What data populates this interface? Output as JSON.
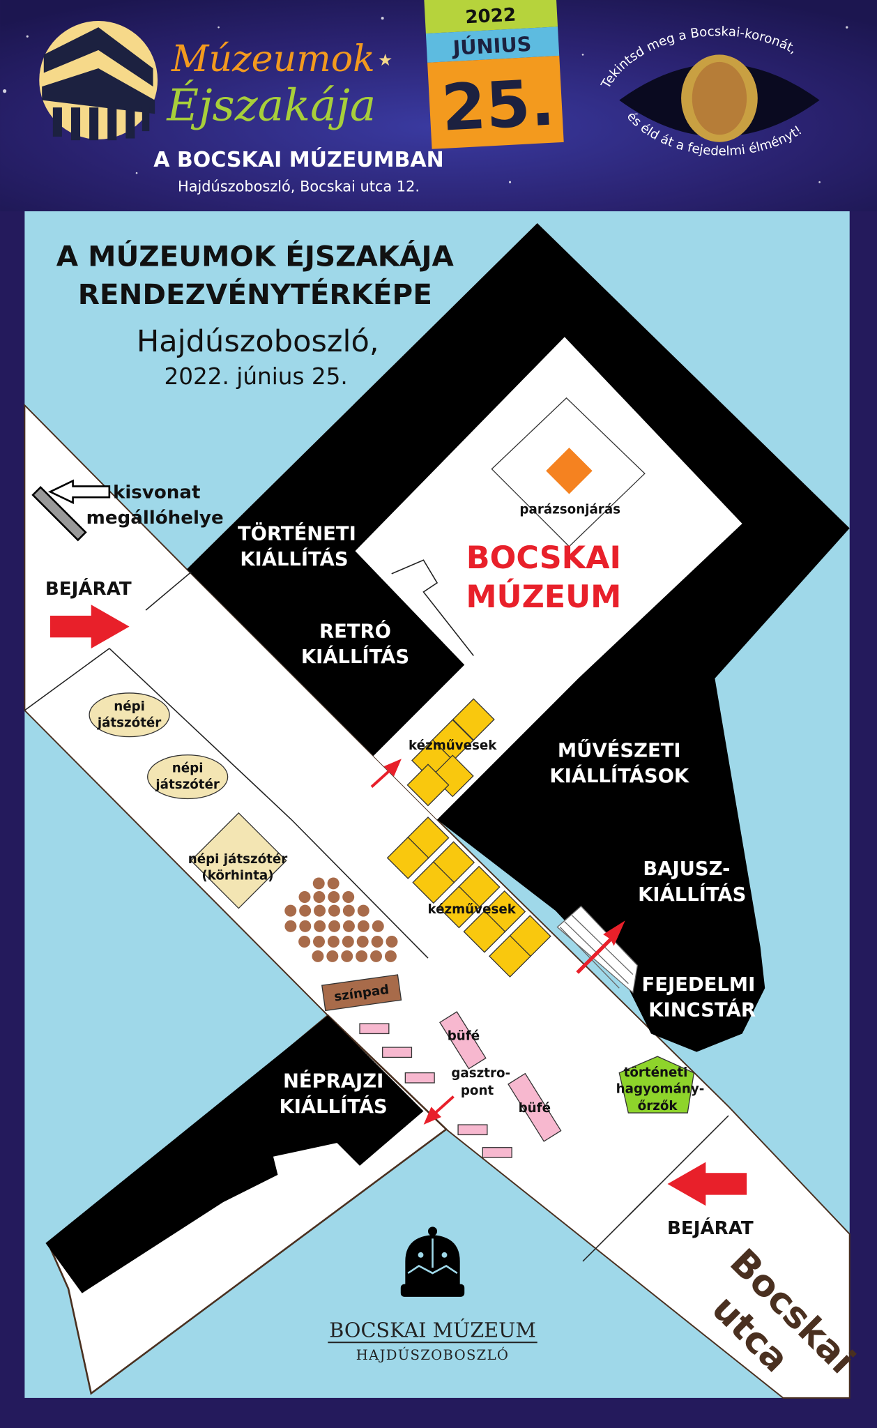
{
  "header": {
    "logo_line1": "Múzeumok",
    "logo_line2": "Éjszakája",
    "venue": "A BOCSKAI MÚZEUMBAN",
    "address": "Hajdúszoboszló, Bocskai utca 12.",
    "date_year": "2022",
    "date_month": "JÚNIUS",
    "date_day": "25.",
    "crown_text_top": "Tekintsd meg a Bocskai-koronát,",
    "crown_text_bottom": "és éld át a fejedelmi élményt!"
  },
  "map": {
    "title_line1": "A MÚZEUMOK ÉJSZAKÁJA",
    "title_line2": "RENDEZVÉNYTÉRKÉPE",
    "city": "Hajdúszoboszló,",
    "date": "2022. június 25.",
    "train_stop_line1": "kisvonat",
    "train_stop_line2": "megállóhelye",
    "entrance_left": "BEJÁRAT",
    "entrance_right": "BEJÁRAT",
    "museum_line1": "BOCSKAI",
    "museum_line2": "MÚZEUM",
    "fire_walk": "parázsonjárás",
    "buildings": {
      "tortenti": [
        "TÖRTÉNETI",
        "KIÁLLÍTÁS"
      ],
      "retro": [
        "RETRÓ",
        "KIÁLLÍTÁS"
      ],
      "muveszeti": [
        "MŰVÉSZETI",
        "KIÁLLÍTÁSOK"
      ],
      "bajusz": [
        "BAJUSZ-",
        "KIÁLLÍTÁS"
      ],
      "kincstar": [
        "FEJEDELMI",
        "KINCSTÁR"
      ],
      "neprajzi": [
        "NÉPRAJZI",
        "KIÁLLÍTÁS"
      ]
    },
    "playground1": [
      "népi",
      "játszótér"
    ],
    "playground2": [
      "népi",
      "játszótér"
    ],
    "playground3": [
      "népi játszótér",
      "(körhinta)"
    ],
    "crafts1": "kézművesek",
    "crafts2": "kézművesek",
    "stage": "színpad",
    "buffet1": "büfé",
    "buffet2": "büfé",
    "gastro": [
      "gasztro-",
      "pont"
    ],
    "tradition": [
      "történeti",
      "hagyomány-",
      "őrzők"
    ],
    "street": [
      "Bocskai",
      "utca"
    ],
    "logo_name": "BOCSKAI MÚZEUM",
    "logo_city": "HAJDÚSZOBOSZLÓ"
  },
  "colors": {
    "frame": "#241a5c",
    "water": "#9fd8e9",
    "museum_red": "#e8202a",
    "craft_yellow": "#f9c80e",
    "stage_brown": "#a86b4a",
    "buffet_pink": "#f7b8cf",
    "tradition_green": "#8ed42b"
  }
}
